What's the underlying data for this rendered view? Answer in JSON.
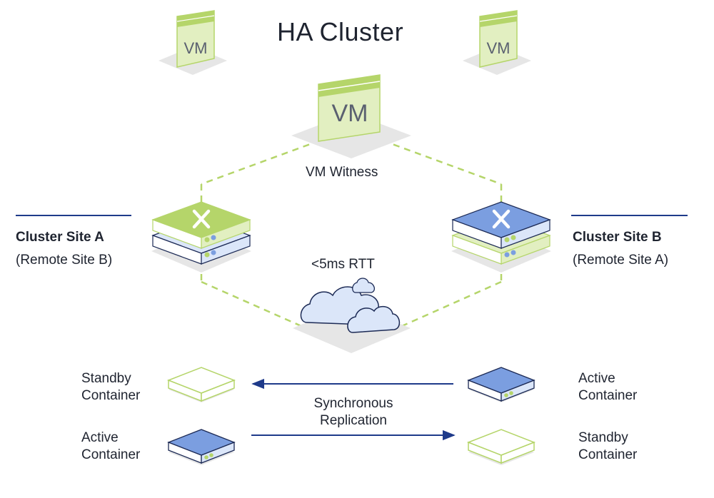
{
  "title": "HA Cluster",
  "vm_label": "VM",
  "witness_label": "VM Witness",
  "rtt_label": "<5ms RTT",
  "site_a": {
    "name": "Cluster Site A",
    "remote": "(Remote Site B)"
  },
  "site_b": {
    "name": "Cluster Site B",
    "remote": "(Remote Site A)"
  },
  "replication": {
    "line1": "Synchronous",
    "line2": "Replication"
  },
  "containers": {
    "left_top": {
      "line1": "Standby",
      "line2": "Container"
    },
    "left_bottom": {
      "line1": "Active",
      "line2": "Container"
    },
    "right_top": {
      "line1": "Active",
      "line2": "Container"
    },
    "right_bottom": {
      "line1": "Standby",
      "line2": "Container"
    }
  },
  "colors": {
    "green": "#b5d56a",
    "green_light": "#e2efc1",
    "blue": "#7b9ee0",
    "blue_light": "#dbe6f9",
    "navy": "#1e3a8a",
    "outline": "#1c2a55",
    "shadow": "#e6e6e6"
  }
}
